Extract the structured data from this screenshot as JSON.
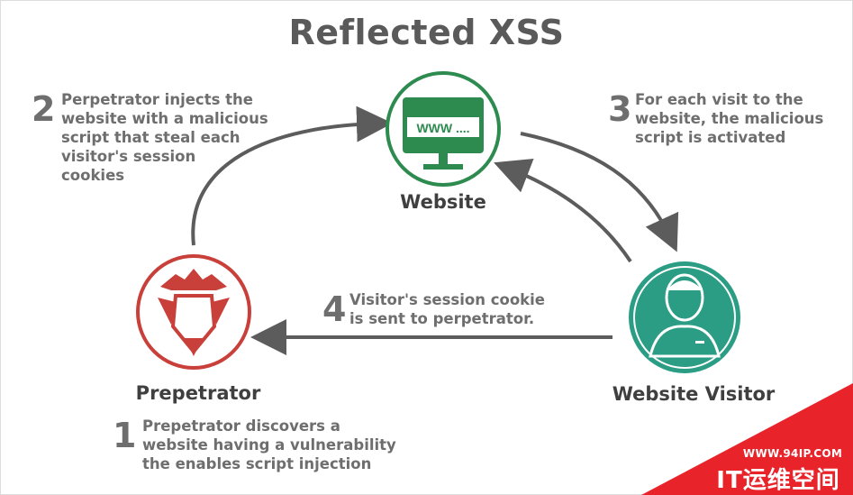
{
  "title": "Reflected XSS",
  "nodes": {
    "website": {
      "label": "Website",
      "screen_text": "WWW ...."
    },
    "perpetrator": {
      "label": "Prepetrator"
    },
    "visitor": {
      "label": "Website Visitor"
    }
  },
  "steps": [
    {
      "number": "1",
      "text": "Prepetrator discovers a\nwebsite having a vulnerability\nthe enables script injection"
    },
    {
      "number": "2",
      "text": "Perpetrator injects the\nwebsite with a malicious\nscript that steal each\nvisitor's session\ncookies"
    },
    {
      "number": "3",
      "text": "For each visit to the\nwebsite, the malicious\nscript is activated"
    },
    {
      "number": "4",
      "text": "Visitor's session cookie\nis sent to perpetrator."
    }
  ],
  "watermark": {
    "url": "WWW.94IP.COM",
    "brand": "IT运维空间"
  },
  "colors": {
    "website_green": "#2e8b4f",
    "perpetrator_red": "#c9403a",
    "visitor_teal": "#2a9d84",
    "arrow_gray": "#5c5c5c",
    "watermark_red": "#e8232a"
  }
}
